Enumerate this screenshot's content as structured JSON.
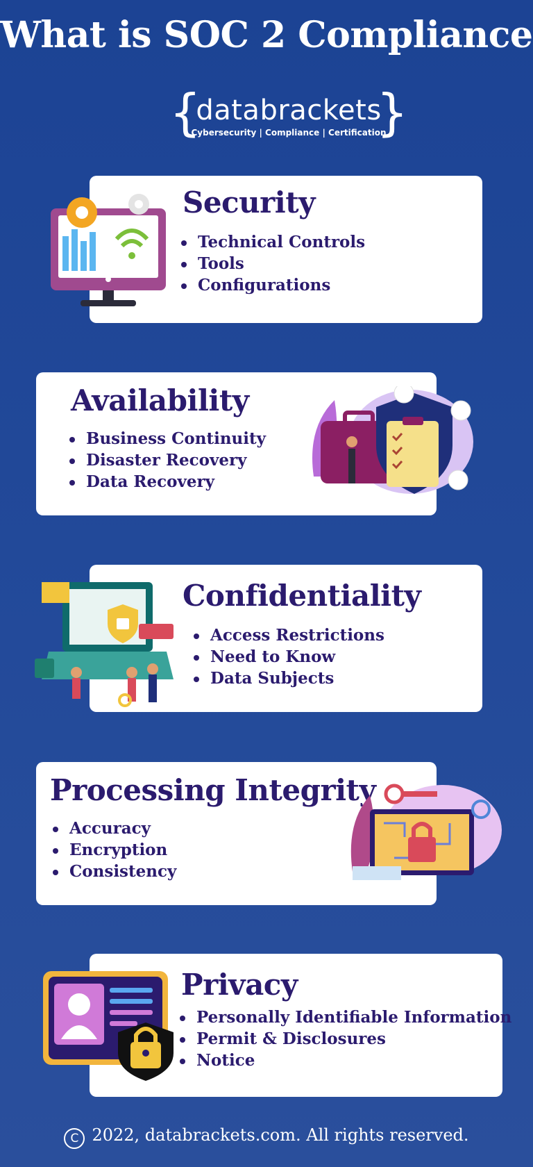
{
  "title": "What is SOC 2 Compliance",
  "brand": {
    "name": "databrackets",
    "tagline": "Cybersecurity | Compliance | Certification"
  },
  "sections": [
    {
      "title": "Security",
      "items": [
        "Technical Controls",
        "Tools",
        "Configurations"
      ],
      "icon": "computer-monitor-icon"
    },
    {
      "title": "Availability",
      "items": [
        "Business Continuity",
        "Disaster Recovery",
        "Data Recovery"
      ],
      "icon": "briefcase-shield-icon"
    },
    {
      "title": "Confidentiality",
      "items": [
        "Access Restrictions",
        "Need to Know",
        "Data Subjects"
      ],
      "icon": "laptop-lock-icon"
    },
    {
      "title": "Processing Integrity",
      "items": [
        "Accuracy",
        "Encryption",
        "Consistency"
      ],
      "icon": "circuit-lock-key-icon"
    },
    {
      "title": "Privacy",
      "items": [
        "Personally Identifiable Information",
        "Permit & Disclosures",
        "Notice"
      ],
      "icon": "id-card-lock-icon"
    }
  ],
  "footer": {
    "symbol": "C",
    "text": "2022, databrackets.com. All rights reserved."
  },
  "colors": {
    "background": "#1f4596",
    "heading": "#2b1b6e",
    "card": "#ffffff"
  }
}
